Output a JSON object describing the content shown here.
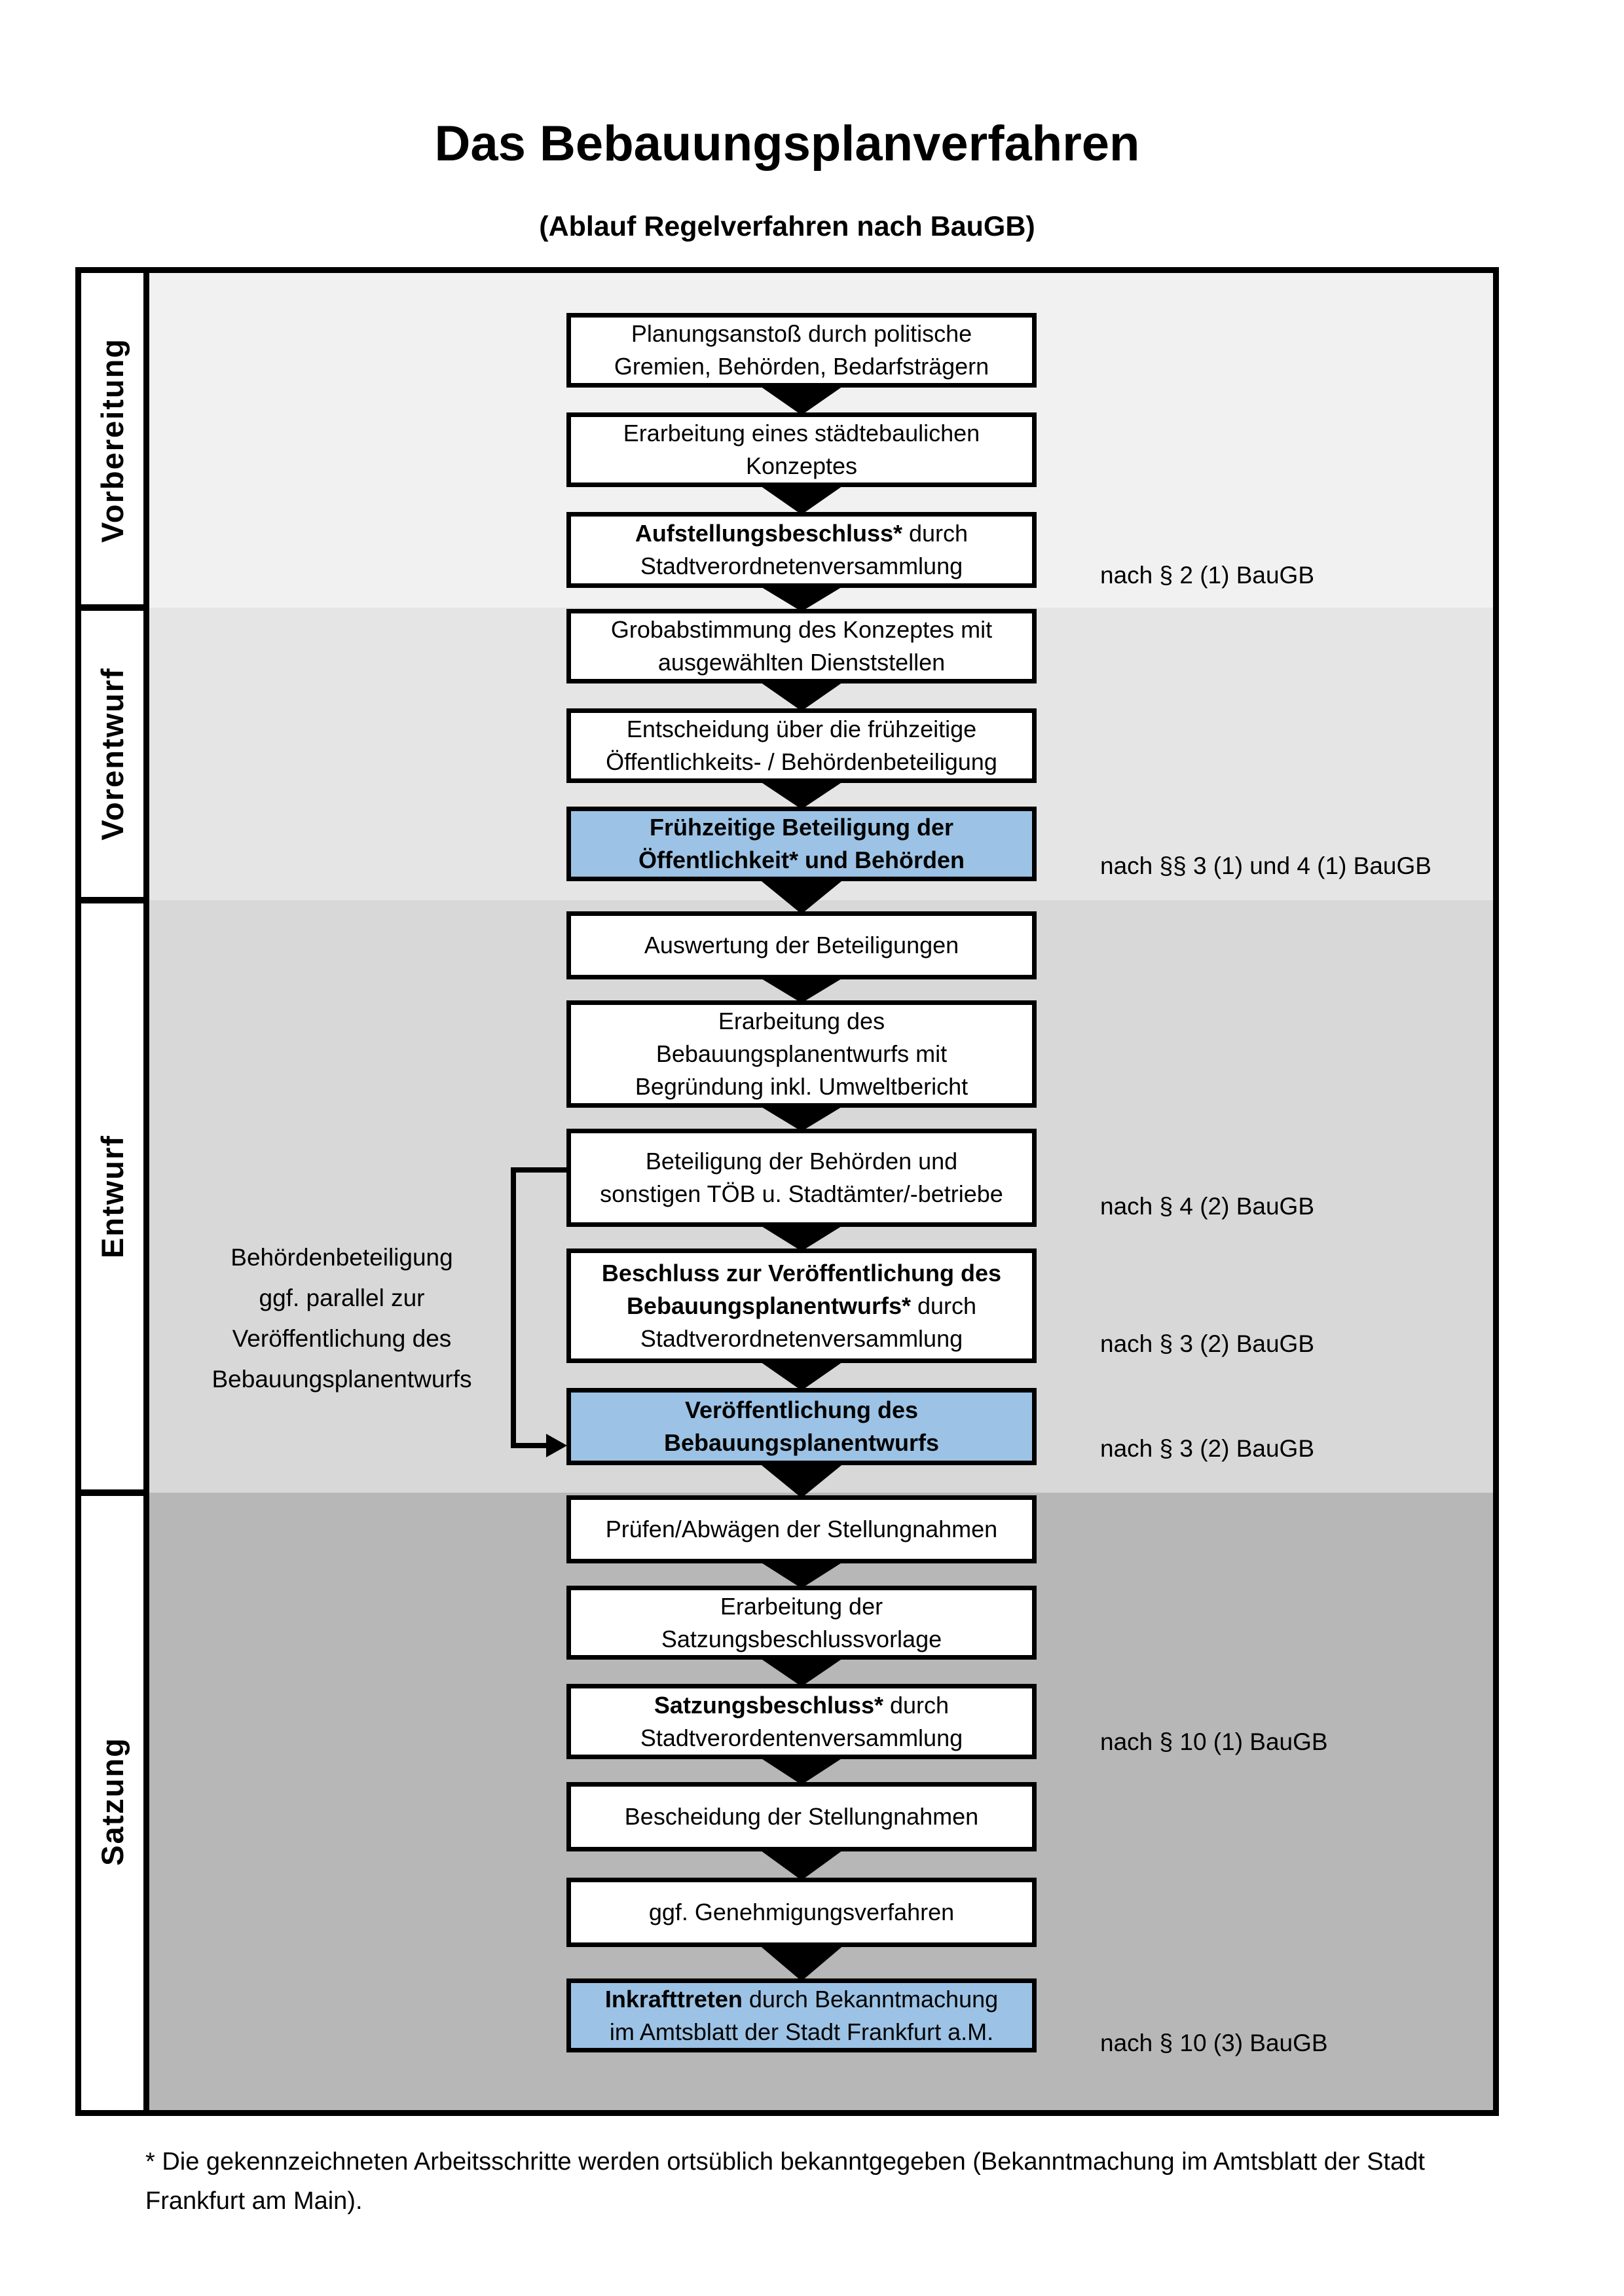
{
  "title": "Das Bebauungsplanverfahren",
  "subtitle": "(Ablauf Regelverfahren nach BauGB)",
  "colors": {
    "accent_blue": "#9cc3e5",
    "box_white": "#ffffff",
    "line_black": "#000000",
    "band_vorbereitung": "#f1f1f1",
    "band_vorentwurf": "#e5e5e5",
    "band_entwurf": "#d8d8d8",
    "band_satzung": "#b7b7b7"
  },
  "phases": [
    {
      "id": "vorbereitung",
      "label": "Vorbereitung",
      "color_key": "band_vorbereitung"
    },
    {
      "id": "vorentwurf",
      "label": "Vorentwurf",
      "color_key": "band_vorentwurf"
    },
    {
      "id": "entwurf",
      "label": "Entwurf",
      "color_key": "band_entwurf"
    },
    {
      "id": "satzung",
      "label": "Satzung",
      "color_key": "band_satzung"
    }
  ],
  "boxes": [
    {
      "name": "planungsanstoss-box",
      "fill": "white",
      "lines": [
        [
          {
            "t": "Planungsanstoß durch politische",
            "b": false
          }
        ],
        [
          {
            "t": "Gremien, Behörden, Bedarfsträgern",
            "b": false
          }
        ]
      ]
    },
    {
      "name": "staedtebauliches-konzept-box",
      "fill": "white",
      "lines": [
        [
          {
            "t": "Erarbeitung eines städtebaulichen",
            "b": false
          }
        ],
        [
          {
            "t": "Konzeptes",
            "b": false
          }
        ]
      ]
    },
    {
      "name": "aufstellungsbeschluss-box",
      "fill": "white",
      "lines": [
        [
          {
            "t": "Aufstellungsbeschluss*",
            "b": true
          },
          {
            "t": " durch",
            "b": false
          }
        ],
        [
          {
            "t": "Stadtverordnetenversammlung",
            "b": false
          }
        ]
      ]
    },
    {
      "name": "grobabstimmung-box",
      "fill": "white",
      "lines": [
        [
          {
            "t": "Grobabstimmung des Konzeptes mit",
            "b": false
          }
        ],
        [
          {
            "t": "ausgewählten Dienststellen",
            "b": false
          }
        ]
      ]
    },
    {
      "name": "entscheidung-beteiligung-box",
      "fill": "white",
      "lines": [
        [
          {
            "t": "Entscheidung über die frühzeitige",
            "b": false
          }
        ],
        [
          {
            "t": "Öffentlichkeits- / Behördenbeteiligung",
            "b": false
          }
        ]
      ]
    },
    {
      "name": "fruehzeitige-beteiligung-box",
      "fill": "blue",
      "lines": [
        [
          {
            "t": "Frühzeitige Beteiligung der",
            "b": true
          }
        ],
        [
          {
            "t": "Öffentlichkeit* und Behörden",
            "b": true
          }
        ]
      ]
    },
    {
      "name": "auswertung-beteiligungen-box",
      "fill": "white",
      "lines": [
        [
          {
            "t": "Auswertung der Beteiligungen",
            "b": false
          }
        ]
      ]
    },
    {
      "name": "bebauungsplanentwurf-erarbeitung-box",
      "fill": "white",
      "lines": [
        [
          {
            "t": "Erarbeitung des",
            "b": false
          }
        ],
        [
          {
            "t": "Bebauungsplanentwurfs mit",
            "b": false
          }
        ],
        [
          {
            "t": "Begründung inkl. Umweltbericht",
            "b": false
          }
        ]
      ]
    },
    {
      "name": "behoerden-toeb-beteiligung-box",
      "fill": "white",
      "lines": [
        [
          {
            "t": "Beteiligung der Behörden und",
            "b": false
          }
        ],
        [
          {
            "t": "sonstigen TÖB u. Stadtämter/-betriebe",
            "b": false
          }
        ]
      ]
    },
    {
      "name": "veroeffentlichungsbeschluss-box",
      "fill": "white",
      "lines": [
        [
          {
            "t": "Beschluss zur Veröffentlichung des",
            "b": true
          }
        ],
        [
          {
            "t": "Bebauungsplanentwurfs*",
            "b": true
          },
          {
            "t": " durch",
            "b": false
          }
        ],
        [
          {
            "t": "Stadtverordnetenversammlung",
            "b": false
          }
        ]
      ]
    },
    {
      "name": "veroeffentlichung-box",
      "fill": "blue",
      "lines": [
        [
          {
            "t": "Veröffentlichung des",
            "b": true
          }
        ],
        [
          {
            "t": "Bebauungsplanentwurfs",
            "b": true
          }
        ]
      ]
    },
    {
      "name": "pruefen-abwaegen-box",
      "fill": "white",
      "lines": [
        [
          {
            "t": "Prüfen/Abwägen der Stellungnahmen",
            "b": false
          }
        ]
      ]
    },
    {
      "name": "satzungsbeschlussvorlage-box",
      "fill": "white",
      "lines": [
        [
          {
            "t": "Erarbeitung der",
            "b": false
          }
        ],
        [
          {
            "t": "Satzungsbeschlussvorlage",
            "b": false
          }
        ]
      ]
    },
    {
      "name": "satzungsbeschluss-box",
      "fill": "white",
      "lines": [
        [
          {
            "t": "Satzungsbeschluss*",
            "b": true
          },
          {
            "t": " durch",
            "b": false
          }
        ],
        [
          {
            "t": "Stadtverordentenversammlung",
            "b": false
          }
        ]
      ]
    },
    {
      "name": "bescheidung-box",
      "fill": "white",
      "lines": [
        [
          {
            "t": "Bescheidung der Stellungnahmen",
            "b": false
          }
        ]
      ]
    },
    {
      "name": "genehmigungsverfahren-box",
      "fill": "white",
      "lines": [
        [
          {
            "t": "ggf. Genehmigungsverfahren",
            "b": false
          }
        ]
      ]
    },
    {
      "name": "inkrafttreten-box",
      "fill": "blue",
      "lines": [
        [
          {
            "t": "Inkrafttreten",
            "b": true
          },
          {
            "t": " durch Bekanntmachung",
            "b": false
          }
        ],
        [
          {
            "t": "im Amtsblatt der Stadt Frankfurt a.M.",
            "b": false
          }
        ]
      ]
    }
  ],
  "annotations": [
    {
      "text": "nach § 2 (1) BauGB"
    },
    {
      "text": "nach §§ 3 (1) und 4 (1) BauGB"
    },
    {
      "text": "nach § 4 (2) BauGB"
    },
    {
      "text": "nach § 3 (2) BauGB"
    },
    {
      "text": "nach § 3 (2) BauGB"
    },
    {
      "text": "nach § 10 (1) BauGB"
    },
    {
      "text": "nach § 10 (3) BauGB"
    }
  ],
  "side_note": {
    "lines": [
      "Behördenbeteiligung",
      "ggf. parallel zur",
      "Veröffentlichung des",
      "Bebauungsplanentwurfs"
    ]
  },
  "footnote": {
    "line1": "* Die gekennzeichneten Arbeitsschritte werden ortsüblich bekanntgegeben (Bekanntmachung im Amtsblatt  der Stadt",
    "line2": "Frankfurt am Main)."
  }
}
